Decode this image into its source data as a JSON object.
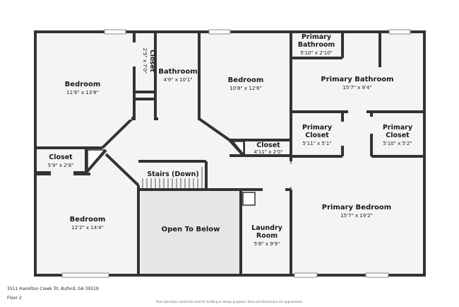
{
  "rooms": {
    "bedroom_nw": {
      "name": "Bedroom",
      "dims": "11'6\" x 13'8\""
    },
    "closet_v": {
      "name": "Closet",
      "dims": "2'5\" x 7'0\""
    },
    "bathroom": {
      "name": "Bathroom",
      "dims": "4'9\" x 10'1\""
    },
    "bedroom_center": {
      "name": "Bedroom",
      "dims": "10'8\" x 12'6\""
    },
    "primary_bath_small": {
      "name": "Primary Bathroom",
      "dims": "5'10\" x 2'10\""
    },
    "primary_bath": {
      "name": "Primary Bathroom",
      "dims": "15'7\" x 9'4\""
    },
    "primary_closet_l": {
      "name": "Primary Closet",
      "dims": "5'11\" x 5'1\""
    },
    "primary_closet_r": {
      "name": "Primary Closet",
      "dims": "5'10\" x 5'2\""
    },
    "closet_center": {
      "name": "Closet",
      "dims": "4'11\" x 2'0\""
    },
    "closet_w": {
      "name": "Closet",
      "dims": "5'9\" x 2'8\""
    },
    "stairs": {
      "name": "Stairs (Down)"
    },
    "bedroom_sw": {
      "name": "Bedroom",
      "dims": "12'2\" x 14'4\""
    },
    "open_below": {
      "name": "Open To Below"
    },
    "laundry": {
      "name": "Laundry Room",
      "dims": "5'8\" x 9'9\""
    },
    "primary_bedroom": {
      "name": "Primary Bedroom",
      "dims": "15'7\" x 19'2\""
    }
  },
  "footer": {
    "address": "3511 Hamilton Creek Trl, Buford, GA 30519",
    "floor": "Floor 2",
    "disclaimer": "Floor plans/tour cannot be used for building or design purposes. Sizes and dimensions are approximate."
  },
  "colors": {
    "wall": "#333333",
    "floor": "#f4f4f4",
    "open": "#e6e6e6"
  }
}
